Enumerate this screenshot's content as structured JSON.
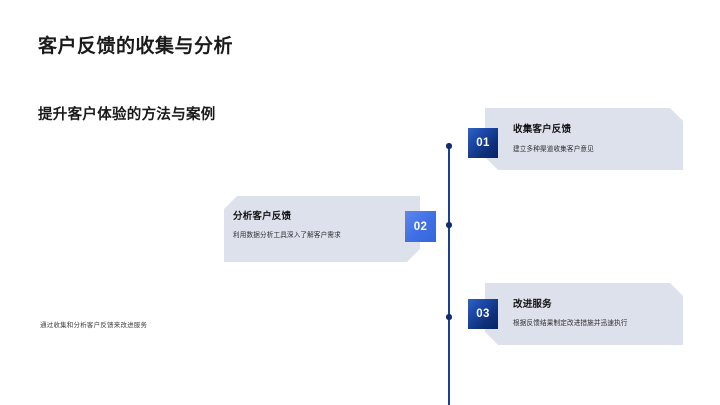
{
  "page": {
    "title": "客户反馈的收集与分析",
    "subtitle": "提升客户体验的方法与案例",
    "footnote": "通过收集和分析客户反馈来改进服务"
  },
  "colors": {
    "panel_bg": "#dde1ec",
    "badge_dark": "#0e2f78",
    "badge_bright": "#3f6fe4",
    "timeline": "#1b3f91",
    "title_text": "#1a1a1a"
  },
  "steps": [
    {
      "number": "01",
      "title": "收集客户反馈",
      "description": "建立多种渠道收集客户意见",
      "side": "right",
      "badge_style": "dark"
    },
    {
      "number": "02",
      "title": "分析客户反馈",
      "description": "利用数据分析工具深入了解客户需求",
      "side": "left",
      "badge_style": "bright"
    },
    {
      "number": "03",
      "title": "改进服务",
      "description": "根据反馈结果制定改进措施并迅速执行",
      "side": "right",
      "badge_style": "dark"
    }
  ]
}
